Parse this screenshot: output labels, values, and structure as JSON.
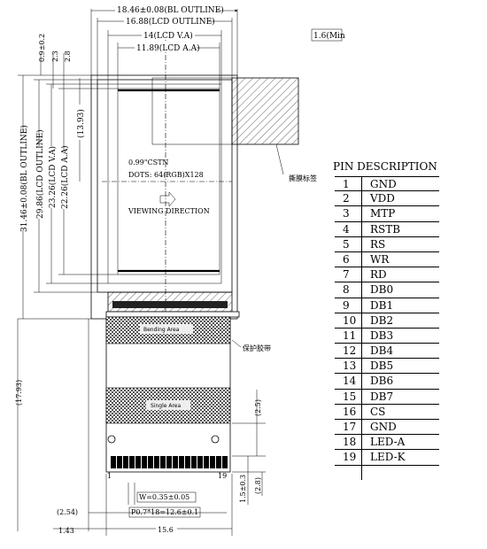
{
  "drawing": {
    "dims": {
      "bl_outline_w": "18.46±0.08(BL OUTLINE)",
      "lcd_outline_w": "16.88(LCD OUTLINE)",
      "lcd_va_w": "14(LCD V.A)",
      "lcd_aa_w": "11.89(LCD A.A)",
      "min_thickness": "1.6(Min",
      "top_offset_1": "0.9±0.2",
      "top_offset_2": "2.3",
      "top_offset_3": "2.8",
      "bl_outline_h": "31.46±0.08(BL OUTLINE)",
      "lcd_outline_h": "29.86(LCD OUTLINE)",
      "lcd_va_h": "23.26(LCD V.A)",
      "lcd_aa_h": "22.26(LCD A.A)",
      "offset_1393": "(13.93)",
      "total_1793": "(17.93)",
      "fpc_25": "(2.5)",
      "fpc_15": "1.5±0.3",
      "fpc_28": "(2.8)",
      "pin_w": "W=0.35±0.05",
      "pitch": "P0.7*18=12.6±0.1",
      "left_254": "(2.54)",
      "left_143": "1.43",
      "fpc_width": "15.6"
    },
    "labels": {
      "spec_line1": "0.99\"CSTN",
      "spec_line2": "DOTS: 64(RGB)X128",
      "viewing_direction": "VIEWING DIRECTION",
      "film_label": "撕膜标签",
      "protective_tape": "保护胶带",
      "bending_area": "Bending Area",
      "single_area": "Single Area",
      "pin_first": "1",
      "pin_last": "19"
    }
  },
  "pin_table": {
    "header": "PIN  DESCRIPTION",
    "rows": [
      {
        "pin": "1",
        "desc": "GND"
      },
      {
        "pin": "2",
        "desc": "VDD"
      },
      {
        "pin": "3",
        "desc": "MTP"
      },
      {
        "pin": "4",
        "desc": "RSTB"
      },
      {
        "pin": "5",
        "desc": "RS"
      },
      {
        "pin": "6",
        "desc": "WR"
      },
      {
        "pin": "7",
        "desc": "RD"
      },
      {
        "pin": "8",
        "desc": "DB0"
      },
      {
        "pin": "9",
        "desc": "DB1"
      },
      {
        "pin": "10",
        "desc": "DB2"
      },
      {
        "pin": "11",
        "desc": "DB3"
      },
      {
        "pin": "12",
        "desc": "DB4"
      },
      {
        "pin": "13",
        "desc": "DB5"
      },
      {
        "pin": "14",
        "desc": "DB6"
      },
      {
        "pin": "15",
        "desc": "DB7"
      },
      {
        "pin": "16",
        "desc": "CS"
      },
      {
        "pin": "17",
        "desc": "GND"
      },
      {
        "pin": "18",
        "desc": "LED-A"
      },
      {
        "pin": "19",
        "desc": "LED-K"
      }
    ]
  }
}
